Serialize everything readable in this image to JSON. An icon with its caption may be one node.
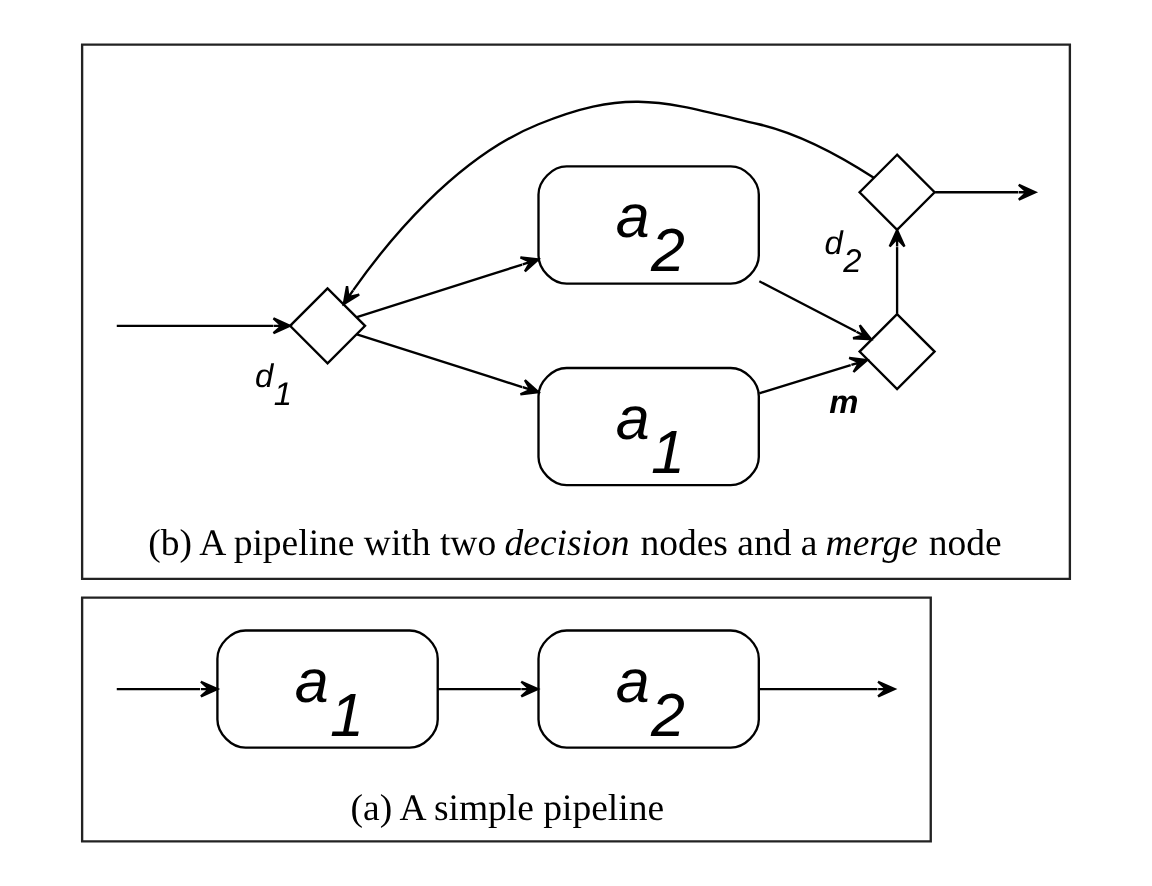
{
  "diagram": {
    "nodes": [
      {
        "text": [
          "(a) A simple pipeline"
        ]
      },
      {
        "text": [
          "a$_{1}$"
        ],
        "in": 0
      },
      {
        "text": [
          "a$_{2}$"
        ],
        "in": 0
      },
      {
        "text": [
          "(b) A pipeline with two *decision* nodes and a *merge* node"
        ]
      },
      {
        "text": [],
        "shape": "diamond",
        "in": 3,
        "beside": [
          "d$_{1}$"
        ]
      },
      {
        "text": [
          "a$_{1}$"
        ],
        "in": 3
      },
      {
        "text": [
          "a$_{2}$"
        ],
        "in": 3
      },
      {
        "text": [],
        "shape": "diamond",
        "in": 3,
        "beside": [
          "m"
        ]
      },
      {
        "text": [],
        "shape": "diamond",
        "in": 3,
        "beside": [
          "d$_{2}$"
        ]
      }
    ],
    "edges": [
      {
        "from": null,
        "to": 1,
        "arrow": "to"
      },
      {
        "from": 1,
        "to": 2,
        "arrow": "to"
      },
      {
        "from": 2,
        "to": null,
        "arrow": "to"
      },
      {
        "from": null,
        "to": 4,
        "arrow": "to"
      },
      {
        "from": 4,
        "to": 5,
        "arrow": "to"
      },
      {
        "from": 4,
        "to": 6,
        "arrow": "to"
      },
      {
        "from": 5,
        "to": 7,
        "arrow": "to"
      },
      {
        "from": 6,
        "to": 7,
        "arrow": "to"
      },
      {
        "from": 7,
        "to": 8,
        "arrow": "to"
      },
      {
        "from": 8,
        "to": null,
        "arrow": "to"
      },
      {
        "from": 8,
        "to": 4,
        "arrow": "to"
      }
    ]
  }
}
